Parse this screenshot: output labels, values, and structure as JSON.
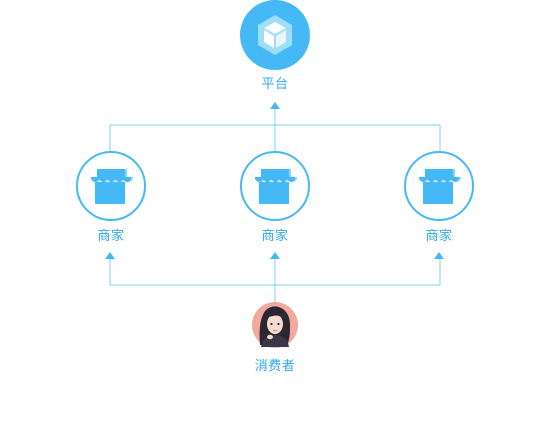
{
  "platform": {
    "label": "平台",
    "icon": "cube-icon"
  },
  "merchants": [
    {
      "label": "商家",
      "icon": "store-icon"
    },
    {
      "label": "商家",
      "icon": "store-icon"
    },
    {
      "label": "商家",
      "icon": "store-icon"
    }
  ],
  "consumer": {
    "label": "消费者",
    "icon": "avatar"
  },
  "colors": {
    "accent": "#45b9f5",
    "accent_light": "#8fd6fb",
    "line": "#7fd0f5",
    "text": "#2fa9e6",
    "avatar_bg": "#f0a99c"
  }
}
